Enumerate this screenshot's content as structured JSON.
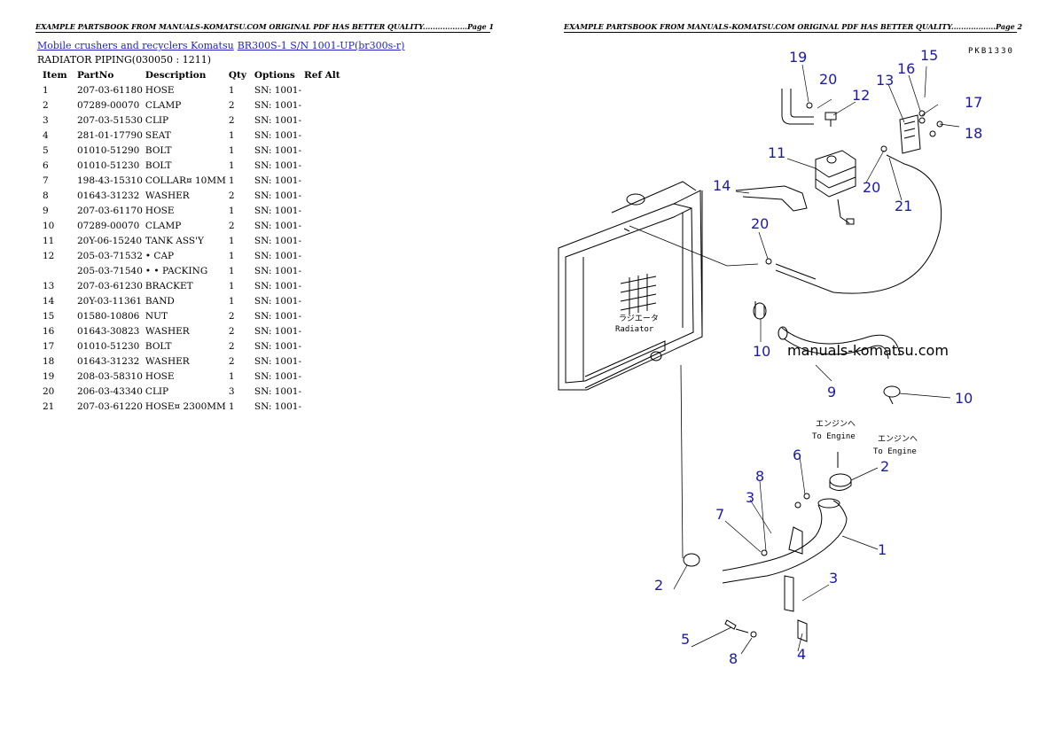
{
  "header_page1": "EXAMPLE PARTSBOOK FROM MANUALS-KOMATSU.COM ORIGINAL PDF HAS BETTER QUALITY..................Page 1",
  "header_page2": "EXAMPLE PARTSBOOK FROM MANUALS-KOMATSU.COM ORIGINAL PDF HAS BETTER QUALITY..................Page 2",
  "breadcrumb": {
    "category": "Mobile crushers and recyclers Komatsu",
    "model": "BR300S-1 S/N 1001-UP(br300s-r)"
  },
  "section_title": "RADIATOR PIPING(030050 : 1211)",
  "table": {
    "columns": [
      "Item",
      "PartNo",
      "Description",
      "Qty",
      "Options",
      "Ref Alt"
    ],
    "rows": [
      [
        "1",
        "207-03-61180",
        "HOSE",
        "1",
        "SN: 1001-",
        ""
      ],
      [
        "2",
        "07289-00070",
        "CLAMP",
        "2",
        "SN: 1001-",
        ""
      ],
      [
        "3",
        "207-03-51530",
        "CLIP",
        "2",
        "SN: 1001-",
        ""
      ],
      [
        "4",
        "281-01-17790",
        "SEAT",
        "1",
        "SN: 1001-",
        ""
      ],
      [
        "5",
        "01010-51290",
        "BOLT",
        "1",
        "SN: 1001-",
        ""
      ],
      [
        "6",
        "01010-51230",
        "BOLT",
        "1",
        "SN: 1001-",
        ""
      ],
      [
        "7",
        "198-43-15310",
        "COLLAR¤ 10MM",
        "1",
        "SN: 1001-",
        ""
      ],
      [
        "8",
        "01643-31232",
        "WASHER",
        "2",
        "SN: 1001-",
        ""
      ],
      [
        "9",
        "207-03-61170",
        "HOSE",
        "1",
        "SN: 1001-",
        ""
      ],
      [
        "10",
        "07289-00070",
        "CLAMP",
        "2",
        "SN: 1001-",
        ""
      ],
      [
        "11",
        "20Y-06-15240",
        "TANK ASS'Y",
        "1",
        "SN: 1001-",
        ""
      ],
      [
        "12",
        "205-03-71532",
        "• CAP",
        "1",
        "SN: 1001-",
        ""
      ],
      [
        "",
        "205-03-71540",
        "• • PACKING",
        "1",
        "SN: 1001-",
        ""
      ],
      [
        "13",
        "207-03-61230",
        "BRACKET",
        "1",
        "SN: 1001-",
        ""
      ],
      [
        "14",
        "20Y-03-11361",
        "BAND",
        "1",
        "SN: 1001-",
        ""
      ],
      [
        "15",
        "01580-10806",
        "NUT",
        "2",
        "SN: 1001-",
        ""
      ],
      [
        "16",
        "01643-30823",
        "WASHER",
        "2",
        "SN: 1001-",
        ""
      ],
      [
        "17",
        "01010-51230",
        "BOLT",
        "2",
        "SN: 1001-",
        ""
      ],
      [
        "18",
        "01643-31232",
        "WASHER",
        "2",
        "SN: 1001-",
        ""
      ],
      [
        "19",
        "208-03-58310",
        "HOSE",
        "1",
        "SN: 1001-",
        ""
      ],
      [
        "20",
        "206-03-43340",
        "CLIP",
        "3",
        "SN: 1001-",
        ""
      ],
      [
        "21",
        "207-03-61220",
        "HOSE¤ 2300MM",
        "1",
        "SN: 1001-",
        ""
      ]
    ]
  },
  "diagram": {
    "code": "PKB1330",
    "watermark": "manuals-komatsu.com",
    "radiator_jp": "ラジエータ",
    "radiator_en": "Radiator",
    "engine_jp": "エンジンへ",
    "engine_en": "To Engine",
    "callouts": {
      "c19": "19",
      "c20a": "20",
      "c12": "12",
      "c13": "13",
      "c16": "16",
      "c15": "15",
      "c17": "17",
      "c18": "18",
      "c11": "11",
      "c14": "14",
      "c20b": "20",
      "c21": "21",
      "c20c": "20",
      "c10a": "10",
      "c9": "9",
      "c10b": "10",
      "c2a": "2",
      "c8a": "8",
      "c6": "6",
      "c3a": "3",
      "c7": "7",
      "c1": "1",
      "c2b": "2",
      "c3b": "3",
      "c5": "5",
      "c8b": "8",
      "c4": "4"
    }
  }
}
